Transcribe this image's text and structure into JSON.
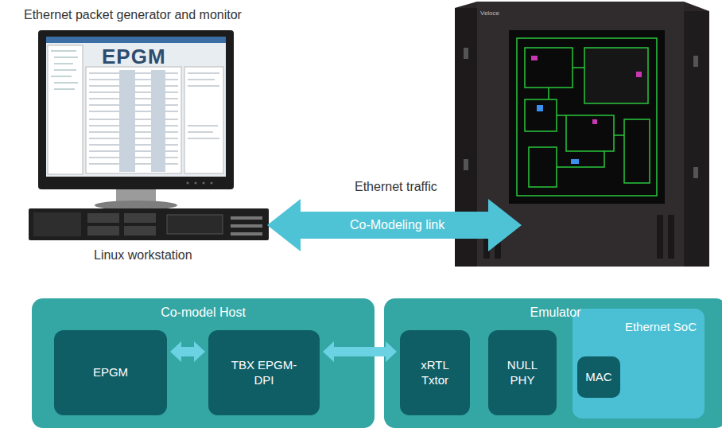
{
  "diagram": {
    "nodes": [
      {
        "text": [
          "Co-model Host"
        ]
      },
      {
        "text": [
          "EPGM"
        ],
        "in": 0
      },
      {
        "text": [
          "TBX EPGM-DPI"
        ],
        "in": 0
      },
      {
        "text": [
          "Emulator"
        ]
      },
      {
        "text": [
          "xRTL Txtor"
        ],
        "in": 3
      },
      {
        "text": [
          "NULL PHY"
        ],
        "in": 3
      },
      {
        "text": [
          "Ethernet SoC"
        ],
        "in": 3
      },
      {
        "text": [
          "MAC"
        ],
        "in": 6
      }
    ],
    "edges": [
      {
        "from": 1,
        "to": 2,
        "arrow": "both"
      },
      {
        "from": 2,
        "to": 4,
        "arrow": "both"
      }
    ],
    "labels": [
      "Ethernet packet generator and monitor",
      "EPGM",
      "Linux workstation",
      "Ethernet traffic",
      "Co-Modeling link",
      "Veloce"
    ]
  }
}
